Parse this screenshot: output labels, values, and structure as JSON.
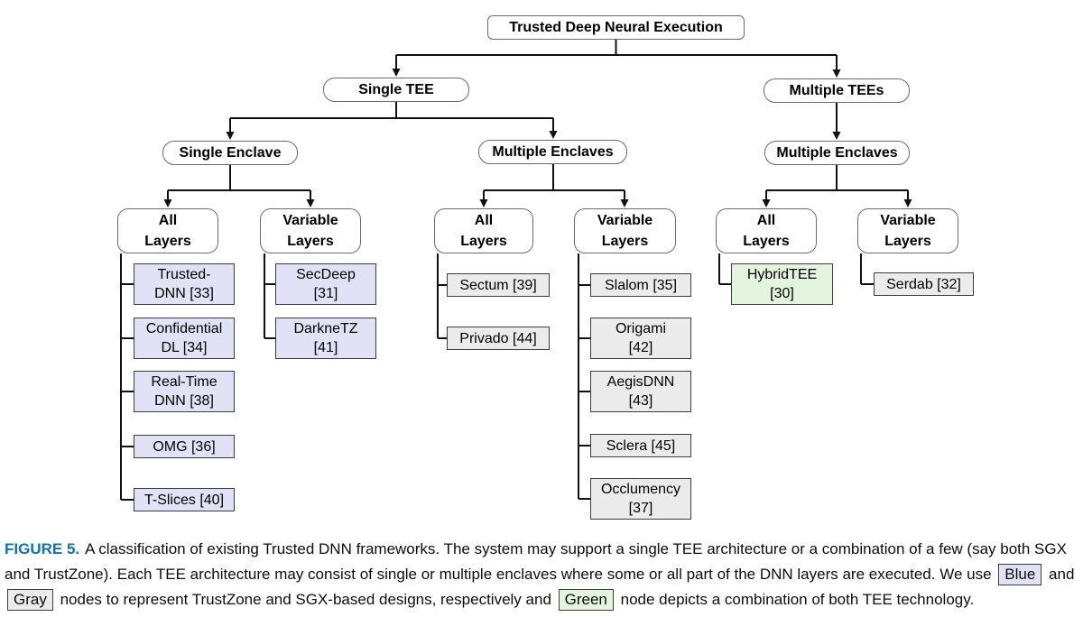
{
  "figure": {
    "caption": {
      "label": "FIGURE 5.",
      "label_color": "#1173a8",
      "text_1": "A classification of existing Trusted DNN frameworks. The system may support a single TEE architecture or a combination of a few (say both SGX and TrustZone). Each TEE architecture may consist of single or multiple enclaves where some or all part of the DNN layers are executed. We use",
      "chip_blue": "Blue",
      "text_2": "and",
      "chip_gray": "Gray",
      "text_3": "nodes to represent TrustZone and SGX-based designs, respectively and",
      "chip_green": "Green",
      "text_4": "node depicts a combination of both TEE technology."
    },
    "colors": {
      "trustzone_blue": "#e2e2f6",
      "sgx_gray": "#ebebeb",
      "hybrid_green": "#e3f5df",
      "line": "#111111"
    }
  },
  "tree": {
    "root": {
      "label": "Trusted Deep Neural Execution"
    },
    "single_tee": {
      "label": "Single TEE"
    },
    "multiple_tees": {
      "label": "Multiple TEEs"
    },
    "single_enclave": {
      "label": "Single Enclave"
    },
    "multiple_enclaves_1": {
      "label": "Multiple Enclaves"
    },
    "multiple_enclaves_2": {
      "label": "Multiple Enclaves"
    },
    "groups": [
      {
        "label": "All\nLayers"
      },
      {
        "label": "Variable\nLayers"
      },
      {
        "label": "All\nLayers"
      },
      {
        "label": "Variable\nLayers"
      },
      {
        "label": "All\nLayers"
      },
      {
        "label": "Variable\nLayers"
      }
    ],
    "leaves": {
      "se_all": [
        {
          "label": "Trusted-\nDNN [33]"
        },
        {
          "label": "Confidential\nDL [34]"
        },
        {
          "label": "Real-Time\nDNN [38]"
        },
        {
          "label": "OMG [36]"
        },
        {
          "label": "T-Slices [40]"
        }
      ],
      "se_var": [
        {
          "label": "SecDeep\n[31]"
        },
        {
          "label": "DarkneTZ\n[41]"
        }
      ],
      "me1_all": [
        {
          "label": "Sectum [39]"
        },
        {
          "label": "Privado [44]"
        }
      ],
      "me1_var": [
        {
          "label": "Slalom [35]"
        },
        {
          "label": "Origami\n[42]"
        },
        {
          "label": "AegisDNN\n[43]"
        },
        {
          "label": "Sclera [45]"
        },
        {
          "label": "Occlumency\n[37]"
        }
      ],
      "me2_all": [
        {
          "label": "HybridTEE\n[30]"
        }
      ],
      "me2_var": [
        {
          "label": "Serdab [32]"
        }
      ]
    }
  }
}
